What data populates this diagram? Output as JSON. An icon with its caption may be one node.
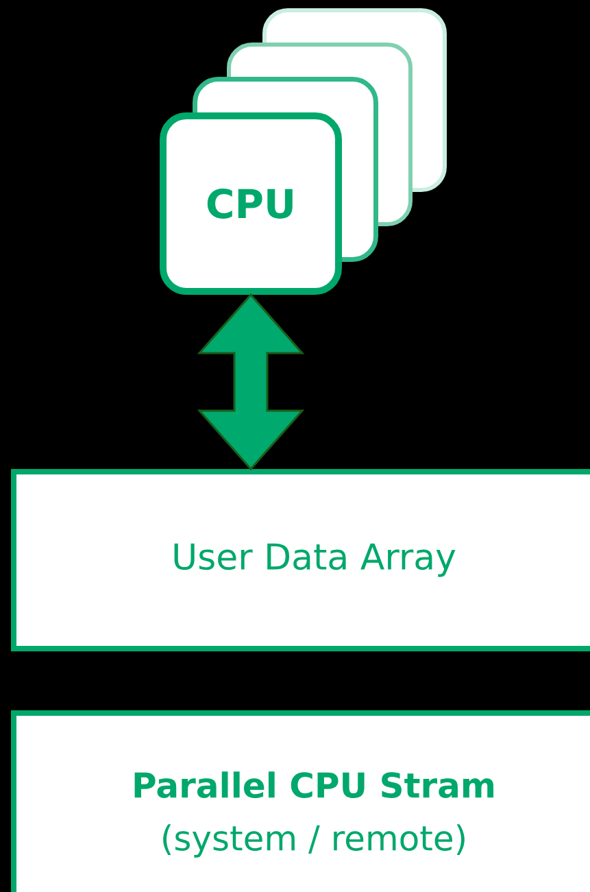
{
  "diagram": {
    "nodes": [
      {
        "text": [],
        "shape": "box"
      },
      {
        "text": [],
        "shape": "box"
      },
      {
        "text": [],
        "shape": "box"
      },
      {
        "text": [
          "CPU"
        ]
      },
      {
        "text": [
          "User Data Array"
        ]
      },
      {
        "text": [
          "Parallel CPU Stram",
          "(system / remote)"
        ]
      }
    ],
    "edges": [
      {
        "from": 3,
        "to": 4,
        "arrow": "both",
        "style": "thick"
      }
    ]
  }
}
